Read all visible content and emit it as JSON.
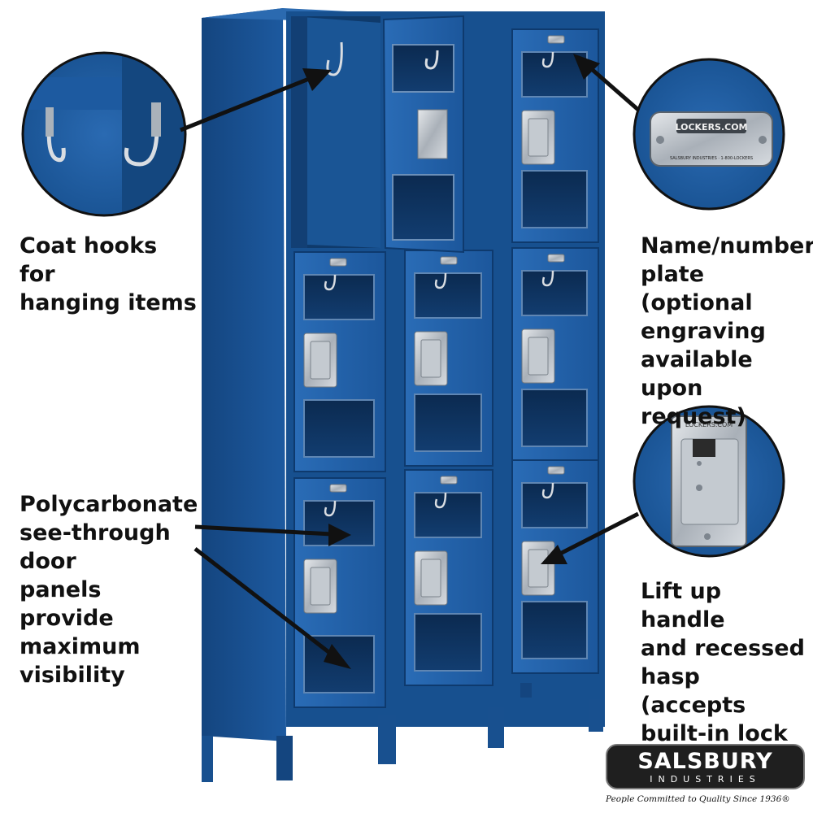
{
  "captions": {
    "coat_hooks": "Coat hooks for\nhanging items",
    "name_plate": "Name/number\nplate (optional\nengraving\navailable upon\nrequest)",
    "door_panels": "Polycarbonate\nsee-through door\npanels provide\nmaximum\nvisibility",
    "handle": "Lift up handle\nand recessed\nhasp (accepts\nbuilt-in lock\nor padlock)"
  },
  "plate_text": {
    "main": "LOCKERS.COM",
    "small": "SALSBURY INDUSTRIES · 1-800-LOCKERS"
  },
  "handle_plate_text": "LOCKERS.COM",
  "brand": {
    "name": "SALSBURY",
    "sub": "INDUSTRIES",
    "tagline": "People Committed to Quality Since 1936®"
  },
  "colors": {
    "locker_blue": "#1f5fa8",
    "locker_dark": "#0e3a6e",
    "steel": "#bcc3cc"
  }
}
